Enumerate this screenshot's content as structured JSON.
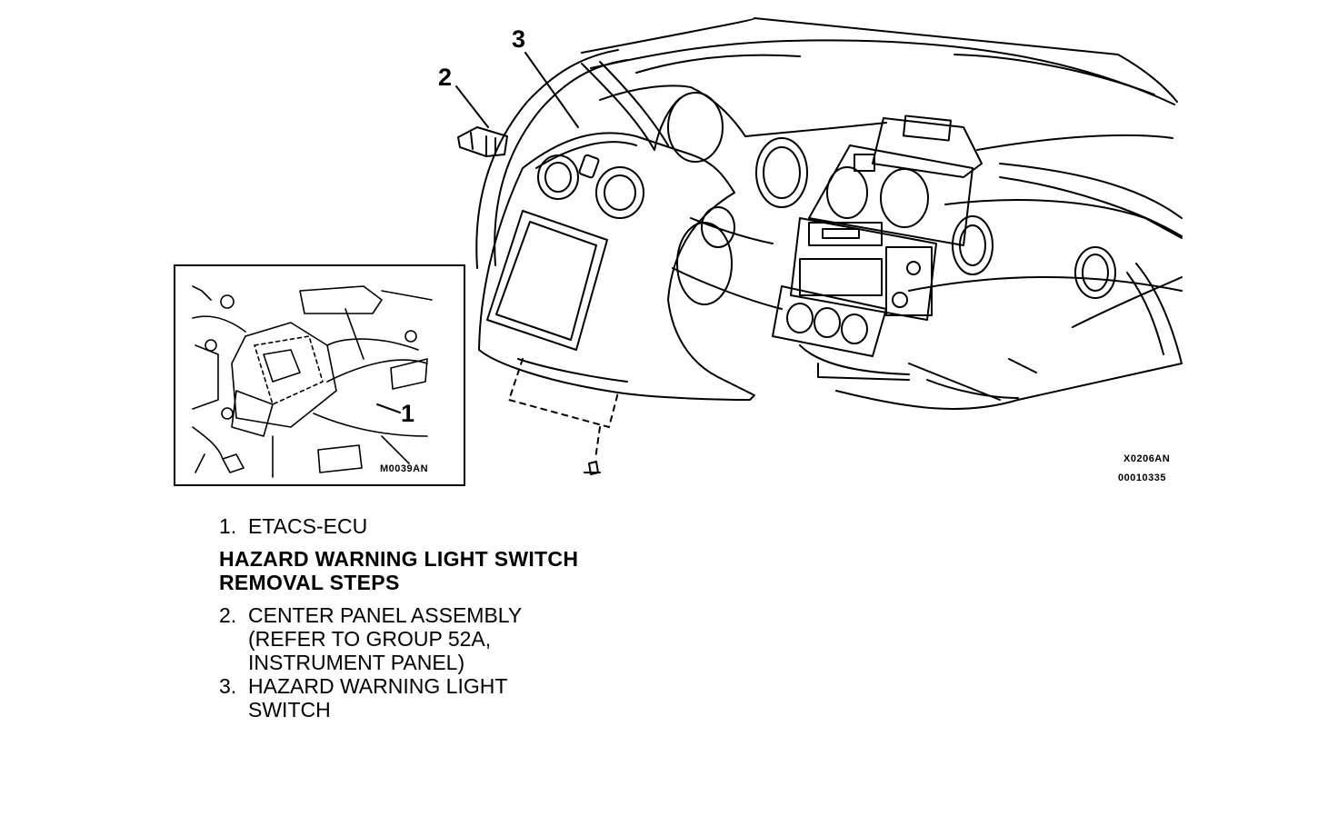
{
  "figure": {
    "callouts": [
      "1",
      "2",
      "3"
    ],
    "inset_code": "M0039AN",
    "main_code": "X0206AN",
    "doc_code": "00010335"
  },
  "legend": {
    "item1": {
      "num": "1.",
      "text": "ETACS-ECU"
    },
    "heading": "HAZARD WARNING LIGHT SWITCH\nREMOVAL STEPS",
    "item2": {
      "num": "2.",
      "text": "CENTER PANEL ASSEMBLY\n(REFER TO GROUP 52A,\nINSTRUMENT PANEL)"
    },
    "item3": {
      "num": "3.",
      "text": "HAZARD WARNING LIGHT\nSWITCH"
    }
  }
}
